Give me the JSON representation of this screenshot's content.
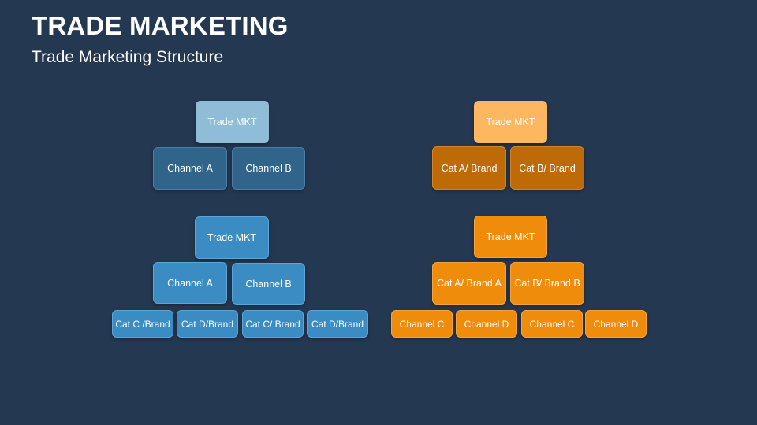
{
  "header": {
    "title": "TRADE MARKETING",
    "subtitle": "Trade Marketing Structure"
  },
  "diagram": {
    "top_left": {
      "root": "Trade MKT",
      "children": [
        "Channel A",
        "Channel B"
      ]
    },
    "top_right": {
      "root": "Trade MKT",
      "children": [
        "Cat A/ Brand",
        "Cat B/ Brand"
      ]
    },
    "bottom_left": {
      "root": "Trade  MKT",
      "children": [
        "Channel A",
        "Channel B"
      ],
      "leaves": [
        "Cat  C /Brand",
        "Cat D/Brand",
        "Cat C/ Brand",
        "Cat D/Brand"
      ]
    },
    "bottom_right": {
      "root": "Trade MKT",
      "children": [
        "Cat A/ Brand A",
        "Cat B/ Brand B"
      ],
      "leaves": [
        "Channel C",
        "Channel D",
        "Channel C",
        "Channel D"
      ]
    }
  },
  "colors": {
    "background": "#253852",
    "light_blue": "#8fbdd8",
    "dark_blue": "#31648a",
    "blue": "#3b8cc2",
    "light_orange": "#fdb761",
    "brown": "#be6a06",
    "orange": "#f08c0b"
  }
}
